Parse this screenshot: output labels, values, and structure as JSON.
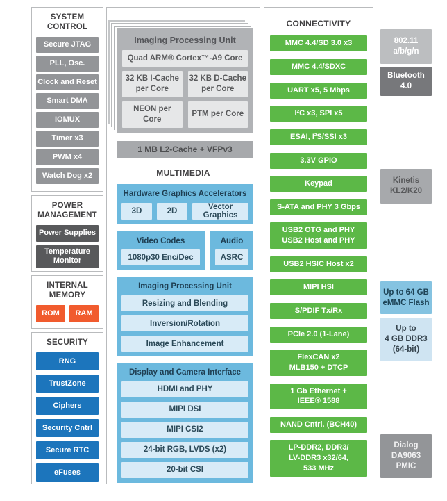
{
  "colors": {
    "green": "#5CB847",
    "blue": "#1C75BC",
    "orange": "#F15B2E",
    "gray": "#939598",
    "dark_gray": "#58595B",
    "light_blue_container": "#6CB9DE",
    "pale_blue": "#D8EBF7",
    "stack_gray": "#B1B3B6",
    "border_gray": "#B9BBBD"
  },
  "left_column": {
    "sections": [
      {
        "title": "SYSTEM CONTROL",
        "items": [
          "Secure JTAG",
          "PLL, Osc.",
          "Clock and Reset",
          "Smart DMA",
          "IOMUX",
          "Timer x3",
          "PWM x4",
          "Watch Dog x2"
        ]
      },
      {
        "title": "POWER\nMANAGEMENT",
        "items": [
          "Power Supplies",
          "Temperature Monitor"
        ]
      },
      {
        "title": "INTERNAL\nMEMORY",
        "items": [
          "ROM",
          "RAM"
        ]
      },
      {
        "title": "SECURITY",
        "items": [
          "RNG",
          "TrustZone",
          "Ciphers",
          "Security Cntrl",
          "Secure RTC",
          "eFuses"
        ]
      }
    ]
  },
  "center_column": {
    "cpu_stack": {
      "title": "Imaging Processing Unit",
      "core_box": "Quad ARM® Cortex™-A9 Core",
      "cells": [
        "32 KB I-Cache\nper Core",
        "32 KB D-Cache\nper Core",
        "NEON per Core",
        "PTM per Core"
      ]
    },
    "l2_bar": "1 MB L2-Cache + VFPv3",
    "multimedia": {
      "title": "MULTIMEDIA",
      "hga": {
        "title": "Hardware Graphics Accelerators",
        "items": [
          "3D",
          "2D",
          "Vector Graphics"
        ]
      },
      "video": {
        "title": "Video Codes",
        "items": [
          "1080p30 Enc/Dec"
        ]
      },
      "audio": {
        "title": "Audio",
        "items": [
          "ASRC"
        ]
      },
      "ipu": {
        "title": "Imaging Processing Unit",
        "items": [
          "Resizing and Blending",
          "Inversion/Rotation",
          "Image Enhancement"
        ]
      },
      "display": {
        "title": "Display and Camera Interface",
        "items": [
          "HDMI and PHY",
          "MIPI DSI",
          "MIPI CSI2",
          "24-bit RGB, LVDS (x2)",
          "20-bit CSI"
        ]
      }
    }
  },
  "connectivity": {
    "title": "CONNECTIVITY",
    "items": [
      "MMC 4.4/SD 3.0 x3",
      "MMC 4.4/SDXC",
      "UART x5, 5 Mbps",
      "I²C x3, SPI x5",
      "ESAI, I²S/SSI x3",
      "3.3V GPIO",
      "Keypad",
      "S-ATA and PHY 3 Gbps",
      "USB2 OTG and PHY\nUSB2 Host and PHY",
      "USB2 HSIC Host x2",
      "MIPI HSI",
      "S/PDIF Tx/Rx",
      "PCIe 2.0 (1-Lane)",
      "FlexCAN x2\nMLB150 + DTCP",
      "1 Gb Ethernet +\nIEEE® 1588",
      "NAND Cntrl. (BCH40)",
      "LP-DDR2, DDR3/\nLV-DDR3 x32/64,\n533 MHz"
    ]
  },
  "right_column": {
    "items": [
      {
        "label": "802.11\na/b/g/n"
      },
      {
        "label": "Bluetooth\n4.0"
      },
      {
        "label": "Kinetis\nKL2/K20"
      },
      {
        "label": "Up to 64 GB\neMMC Flash"
      },
      {
        "label": "Up to\n4 GB DDR3\n(64-bit)"
      },
      {
        "label": "Dialog\nDA9063\nPMIC"
      }
    ]
  }
}
